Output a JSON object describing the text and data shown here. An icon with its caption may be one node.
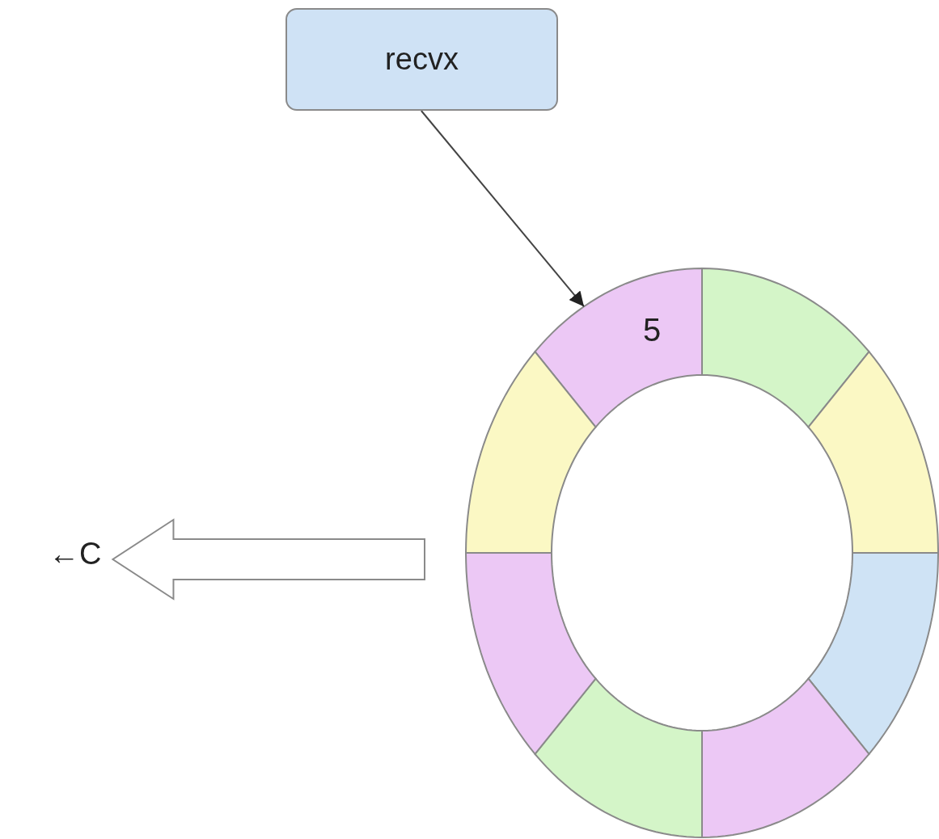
{
  "diagram": {
    "nodes": [
      {
        "text": [
          "recvx"
        ]
      },
      {
        "text": [
          "5"
        ]
      },
      {
        "text": [],
        "shape": "box"
      },
      {
        "text": [],
        "shape": "box"
      },
      {
        "text": [],
        "shape": "box"
      },
      {
        "text": [],
        "shape": "box"
      },
      {
        "text": [],
        "shape": "box"
      },
      {
        "text": [],
        "shape": "box"
      },
      {
        "text": [],
        "shape": "box"
      },
      {
        "text": [
          "←C"
        ]
      }
    ],
    "edges": [
      {
        "from": 0,
        "to": 1,
        "arrow": "to"
      },
      {
        "from": null,
        "to": 9,
        "arrow": "to",
        "style": "thick"
      }
    ]
  }
}
